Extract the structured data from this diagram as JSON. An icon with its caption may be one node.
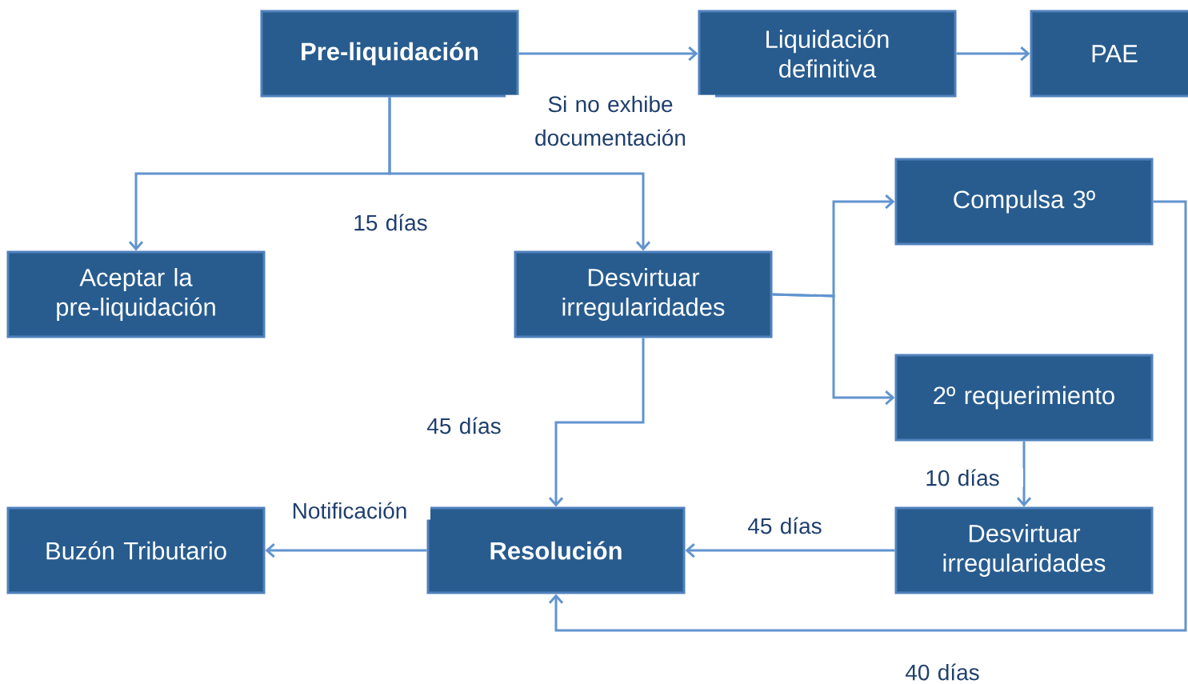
{
  "diagram": {
    "nodes": [
      {
        "text": [
          "Pre-liquidación"
        ]
      },
      {
        "text": [
          "Liquidación definitiva"
        ]
      },
      {
        "text": [
          "PAE"
        ]
      },
      {
        "text": [
          "Aceptar la pre-liquidación"
        ]
      },
      {
        "text": [
          "Desvirtuar irregularidades"
        ]
      },
      {
        "text": [
          "Compulsa 3º"
        ]
      },
      {
        "text": [
          "2º requerimiento"
        ]
      },
      {
        "text": [
          "Buzón Tributario"
        ]
      },
      {
        "text": [
          "Resolución"
        ]
      },
      {
        "text": [
          "Desvirtuar irregularidades"
        ]
      }
    ],
    "edges": [
      {
        "from": 0,
        "to": 1,
        "arrow": "to",
        "label": "Si no exhibe documentación"
      },
      {
        "from": 1,
        "to": 2,
        "arrow": "to"
      },
      {
        "from": 0,
        "to": 3,
        "arrow": "to"
      },
      {
        "from": 0,
        "to": 4,
        "arrow": "to",
        "label": "15 días"
      },
      {
        "from": 4,
        "to": 5,
        "arrow": "to"
      },
      {
        "from": 4,
        "to": 6,
        "arrow": "to"
      },
      {
        "from": 4,
        "to": 8,
        "arrow": "to",
        "label": "45 días"
      },
      {
        "from": 6,
        "to": 9,
        "arrow": "to",
        "label": "10 días"
      },
      {
        "from": 9,
        "to": 8,
        "arrow": "to",
        "label": "45 días"
      },
      {
        "from": 8,
        "to": 7,
        "arrow": "to",
        "label": "Notificación"
      },
      {
        "from": 5,
        "to": 8,
        "arrow": "to",
        "label": "40 días"
      }
    ]
  }
}
